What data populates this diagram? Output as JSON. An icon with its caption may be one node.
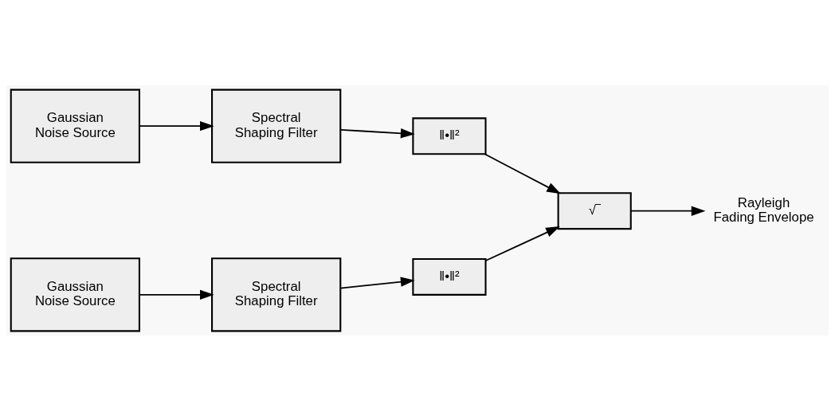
{
  "diagram": {
    "nodes": [
      {
        "text": [
          "Gaussian Noise Source"
        ]
      },
      {
        "text": [
          "Spectral Shaping Filter"
        ]
      },
      {
        "text": [
          "‖•‖²"
        ]
      },
      {
        "text": [
          "√‾"
        ]
      },
      {
        "text": [
          "Rayleigh Fading Envelope"
        ]
      },
      {
        "text": [
          "Gaussian Noise Source"
        ]
      },
      {
        "text": [
          "Spectral Shaping Filter"
        ]
      },
      {
        "text": [
          "‖•‖²"
        ]
      }
    ],
    "edges": [
      {
        "from": 0,
        "to": 1,
        "arrow": "to"
      },
      {
        "from": 1,
        "to": 2,
        "arrow": "to"
      },
      {
        "from": 2,
        "to": 3,
        "arrow": "to"
      },
      {
        "from": 3,
        "to": 4,
        "arrow": "to"
      },
      {
        "from": 5,
        "to": 6,
        "arrow": "to"
      },
      {
        "from": 6,
        "to": 7,
        "arrow": "to"
      },
      {
        "from": 7,
        "to": 3,
        "arrow": "to"
      }
    ]
  }
}
